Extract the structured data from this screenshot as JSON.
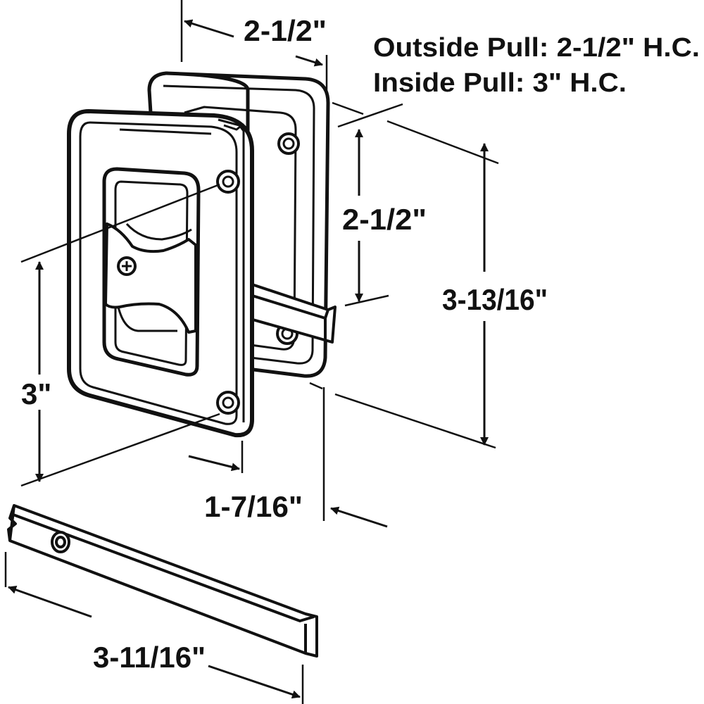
{
  "notes": {
    "outside_pull": "Outside Pull: 2-1/2\" H.C.",
    "inside_pull": "Inside Pull: 3\" H.C."
  },
  "dimensions": {
    "top_width": "2-1/2\"",
    "inside_hole_spacing": "2-1/2\"",
    "overall_height": "3-13/16\"",
    "outside_hole_spacing": "3\"",
    "depth": "1-7/16\"",
    "bar_length": "3-11/16\""
  },
  "colors": {
    "line": "#111111",
    "background": "#ffffff"
  }
}
